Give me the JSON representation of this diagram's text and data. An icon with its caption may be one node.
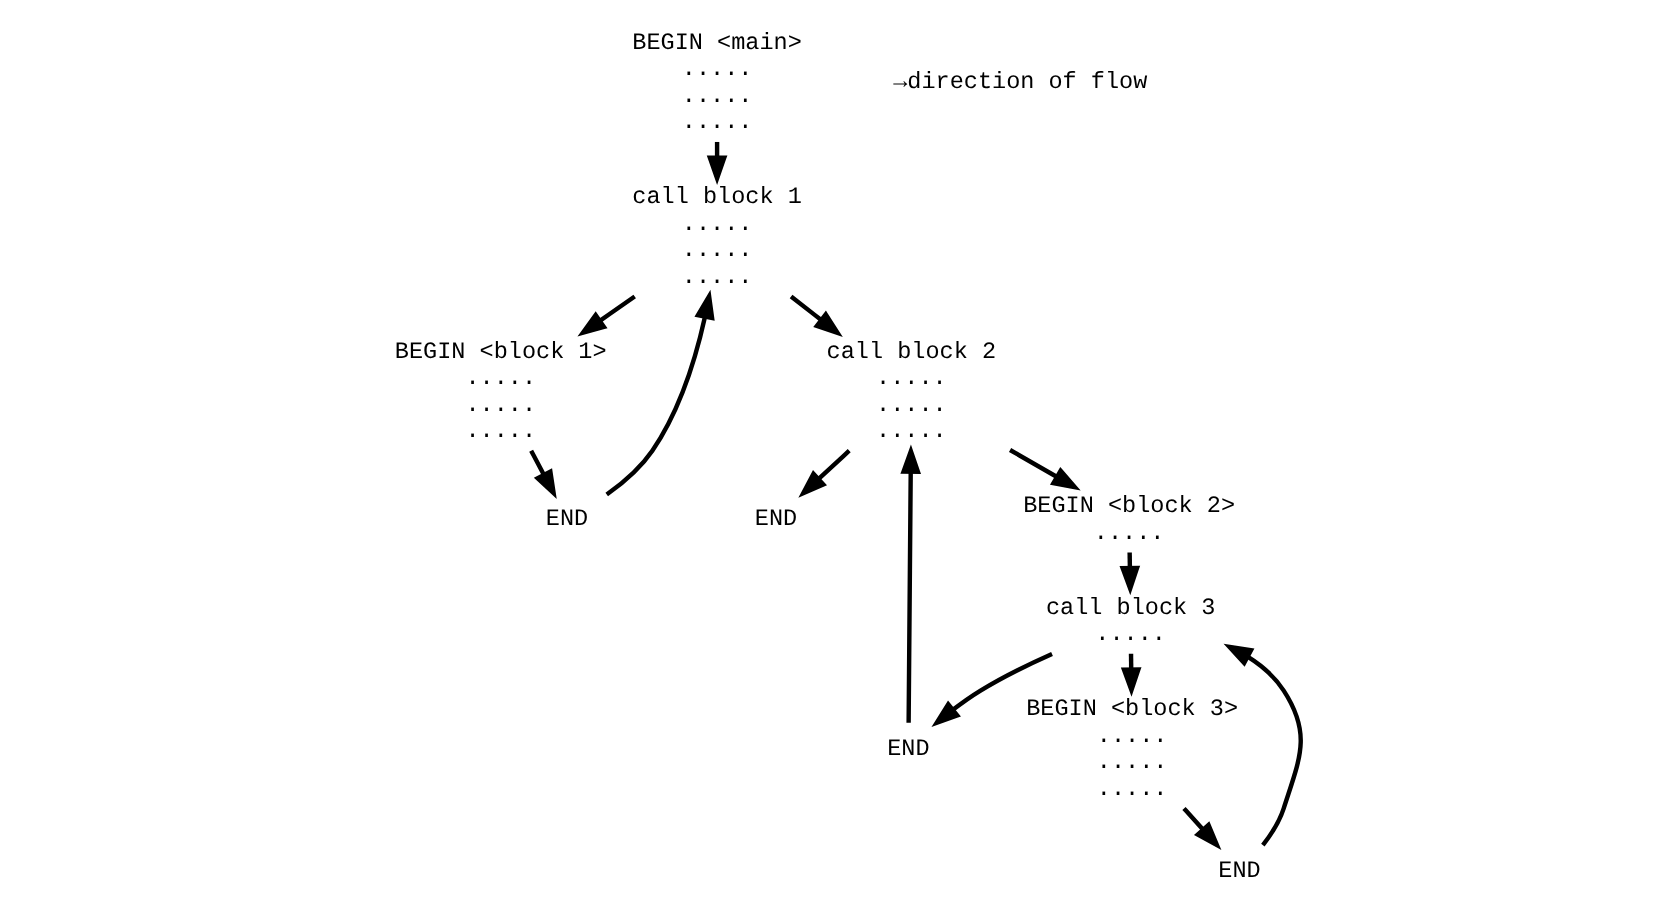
{
  "diagram": {
    "nodes": [
      {
        "text": [
          "BEGIN <main>",
          ".....",
          ".....",
          "....."
        ]
      },
      {
        "text": [
          "call block 1",
          ".....",
          ".....",
          "....."
        ]
      },
      {
        "text": [
          "BEGIN <block 1>",
          ".....",
          ".....",
          "....."
        ]
      },
      {
        "text": [
          "END"
        ]
      },
      {
        "text": [
          "call block 2",
          ".....",
          ".....",
          "....."
        ]
      },
      {
        "text": [
          "END"
        ]
      },
      {
        "text": [
          "BEGIN <block 2>",
          "....."
        ]
      },
      {
        "text": [
          "call block 3",
          "....."
        ]
      },
      {
        "text": [
          "END"
        ]
      },
      {
        "text": [
          "BEGIN <block 3>",
          ".....",
          ".....",
          "....."
        ]
      },
      {
        "text": [
          "END"
        ]
      }
    ],
    "edges": [
      {
        "from": 0,
        "to": 1,
        "arrow": "to"
      },
      {
        "from": 1,
        "to": 2,
        "arrow": "to"
      },
      {
        "from": 2,
        "to": 3,
        "arrow": "to"
      },
      {
        "from": 3,
        "to": 1,
        "arrow": "to"
      },
      {
        "from": 1,
        "to": 4,
        "arrow": "to"
      },
      {
        "from": 4,
        "to": 6,
        "arrow": "to"
      },
      {
        "from": 6,
        "to": 7,
        "arrow": "to"
      },
      {
        "from": 7,
        "to": 9,
        "arrow": "to"
      },
      {
        "from": 9,
        "to": 10,
        "arrow": "to"
      },
      {
        "from": 10,
        "to": 7,
        "arrow": "to"
      },
      {
        "from": 7,
        "to": 8,
        "arrow": "to"
      },
      {
        "from": 8,
        "to": 4,
        "arrow": "to"
      },
      {
        "from": 4,
        "to": 5,
        "arrow": "to"
      }
    ],
    "labels": [
      "→direction of flow"
    ]
  }
}
